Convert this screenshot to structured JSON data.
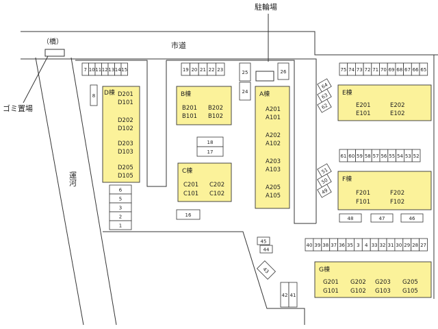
{
  "labels": {
    "city_road": "市道",
    "bridge": "（橋）",
    "garbage": "ゴミ置場",
    "canal": "運河",
    "bicycle_parking": "駐輪場"
  },
  "colors": {
    "building": "#fbf29a",
    "stroke": "#333333",
    "lot": "#ffffff"
  },
  "buildings": [
    {
      "id": "D",
      "name": "D棟",
      "units": [
        "D201",
        "D101",
        "D202",
        "D102",
        "D203",
        "D103",
        "D205",
        "D105"
      ]
    },
    {
      "id": "B",
      "name": "B棟",
      "units": [
        "B201",
        "B202",
        "B101",
        "B102"
      ]
    },
    {
      "id": "C",
      "name": "C棟",
      "units": [
        "C201",
        "C202",
        "C101",
        "C102"
      ]
    },
    {
      "id": "A",
      "name": "A棟",
      "units": [
        "A201",
        "A101",
        "A202",
        "A102",
        "A203",
        "A103",
        "A205",
        "A105"
      ]
    },
    {
      "id": "E",
      "name": "E棟",
      "units": [
        "E201",
        "E202",
        "E101",
        "E102"
      ]
    },
    {
      "id": "F",
      "name": "F棟",
      "units": [
        "F201",
        "F202",
        "F101",
        "F102"
      ]
    },
    {
      "id": "G",
      "name": "G棟",
      "units": [
        "G201",
        "G202",
        "G203",
        "G205",
        "G101",
        "G102",
        "G103",
        "G105"
      ]
    }
  ],
  "parking": {
    "top_left": [
      "7",
      "10",
      "11",
      "12",
      "13",
      "14",
      "15"
    ],
    "top_left_extra": "8",
    "left_column": [
      "6",
      "5",
      "3",
      "2",
      "1"
    ],
    "top_middle": [
      "19",
      "20",
      "21",
      "22",
      "23"
    ],
    "right_of_b": [
      "25",
      "24"
    ],
    "near_a": "26",
    "middle": [
      "18",
      "17"
    ],
    "bottom_middle": "16",
    "row_e": [
      "75",
      "74",
      "73",
      "72",
      "71",
      "70",
      "69",
      "68",
      "67",
      "66",
      "65"
    ],
    "diag_e": [
      "64",
      "63",
      "62"
    ],
    "row_f": [
      "61",
      "60",
      "59",
      "58",
      "57",
      "56",
      "55",
      "54",
      "53",
      "52"
    ],
    "diag_f": [
      "51",
      "50",
      "49"
    ],
    "below_f": [
      "48",
      "47",
      "46"
    ],
    "row_g": [
      "40",
      "39",
      "38",
      "37",
      "36",
      "35",
      "3",
      "4",
      "33",
      "32",
      "31",
      "30",
      "29",
      "28",
      "27"
    ],
    "near_g": [
      "45",
      "44"
    ],
    "rotated": "43",
    "bottom_pair": [
      "42",
      "41"
    ]
  }
}
